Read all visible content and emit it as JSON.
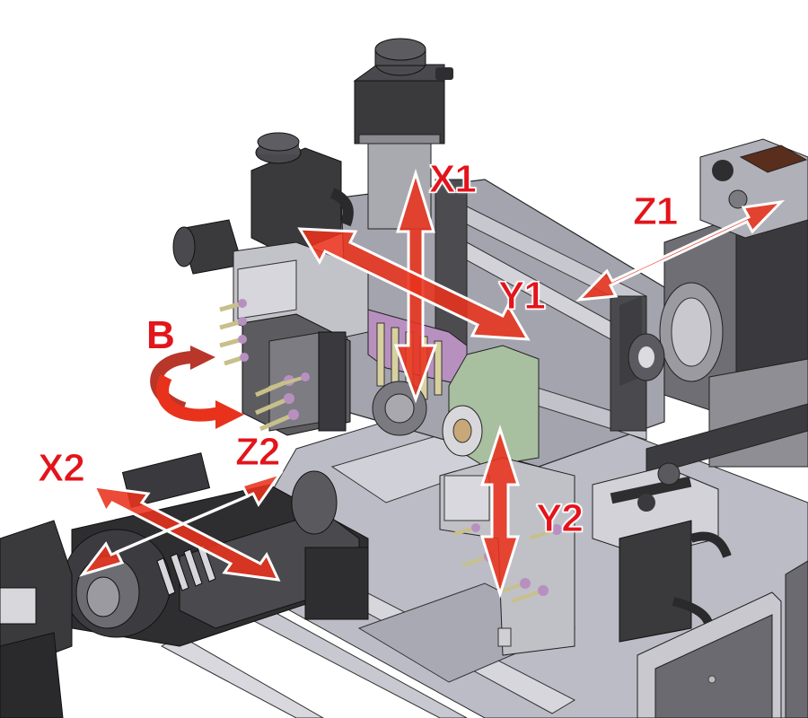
{
  "diagram": {
    "subject": "Swiss-type CNC lathe, isometric CAD view with motion axes",
    "colors": {
      "background": "#ffffff",
      "axis_red": "#e3141b",
      "arrow_fill": "#e8321c",
      "arrow_outline": "#ffffff",
      "rotary_arrow_dark": "#b8362a",
      "machine_dark": "#3c3c3e",
      "machine_mid": "#8e8e93",
      "machine_light": "#c9c9d0",
      "bed_gray": "#b4b4bd",
      "tool_block_purple": "#b890c0",
      "bracket_green": "#a8bfa0",
      "panel_brown": "#5a2e1c",
      "tool_shank": "#c8c08a"
    },
    "axes": [
      {
        "id": "X1",
        "label": "X1",
        "type": "linear",
        "direction": "vertical"
      },
      {
        "id": "Y1",
        "label": "Y1",
        "type": "linear",
        "direction": "diagonal"
      },
      {
        "id": "Z1",
        "label": "Z1",
        "type": "linear",
        "direction": "diagonal"
      },
      {
        "id": "B",
        "label": "B",
        "type": "rotary"
      },
      {
        "id": "X2",
        "label": "X2",
        "type": "linear",
        "direction": "diagonal"
      },
      {
        "id": "Z2",
        "label": "Z2",
        "type": "linear",
        "direction": "diagonal"
      },
      {
        "id": "Y2",
        "label": "Y2",
        "type": "linear",
        "direction": "vertical"
      }
    ],
    "components": [
      "main-spindle-headstock",
      "gang-tool-post",
      "front-tool-turret",
      "back-spindle",
      "back-tool-post",
      "servo-motors",
      "linear-guide-rails",
      "machine-bed",
      "guide-bushing-bracket",
      "control-panel-door"
    ]
  }
}
